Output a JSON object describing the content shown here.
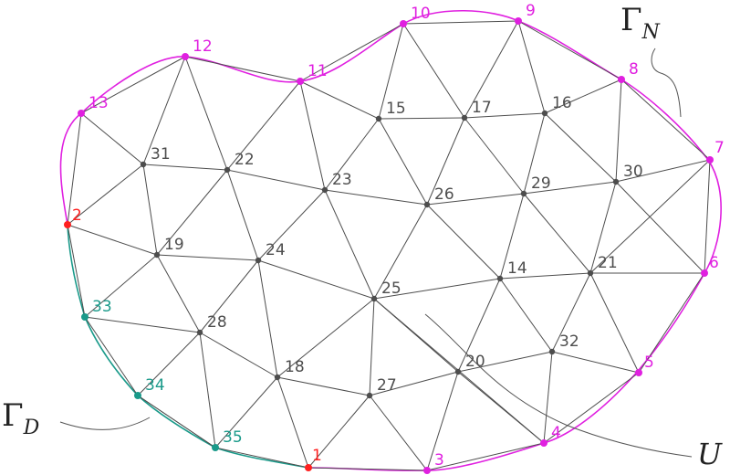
{
  "colors": {
    "boundary_neumann": "#e020e0",
    "boundary_dirichlet": "#1a9a8a",
    "dirichlet_nodes": "#ff2020",
    "interior": "#4d4d4d",
    "edge": "#4d4d4d"
  },
  "annotations": {
    "gamma_n": {
      "symbol": "Γ",
      "sub": "N"
    },
    "gamma_d": {
      "symbol": "Γ",
      "sub": "D"
    },
    "u": {
      "text": "U"
    }
  },
  "nodes": [
    {
      "id": "1",
      "label": "1",
      "group": "dirichlet"
    },
    {
      "id": "2",
      "label": "2",
      "group": "dirichlet"
    },
    {
      "id": "3",
      "label": "3",
      "group": "neumann"
    },
    {
      "id": "4",
      "label": "4",
      "group": "neumann"
    },
    {
      "id": "5",
      "label": "5",
      "group": "neumann"
    },
    {
      "id": "6",
      "label": "6",
      "group": "neumann"
    },
    {
      "id": "7",
      "label": "7",
      "group": "neumann"
    },
    {
      "id": "8",
      "label": "8",
      "group": "neumann"
    },
    {
      "id": "9",
      "label": "9",
      "group": "neumann"
    },
    {
      "id": "10",
      "label": "10",
      "group": "neumann"
    },
    {
      "id": "11",
      "label": "11",
      "group": "neumann"
    },
    {
      "id": "12",
      "label": "12",
      "group": "neumann"
    },
    {
      "id": "13",
      "label": "13",
      "group": "neumann"
    },
    {
      "id": "14",
      "label": "14",
      "group": "interior"
    },
    {
      "id": "15",
      "label": "15",
      "group": "interior"
    },
    {
      "id": "16",
      "label": "16",
      "group": "interior"
    },
    {
      "id": "17",
      "label": "17",
      "group": "interior"
    },
    {
      "id": "18",
      "label": "18",
      "group": "interior"
    },
    {
      "id": "19",
      "label": "19",
      "group": "interior"
    },
    {
      "id": "20",
      "label": "20",
      "group": "interior"
    },
    {
      "id": "21",
      "label": "21",
      "group": "interior"
    },
    {
      "id": "22",
      "label": "22",
      "group": "interior"
    },
    {
      "id": "23",
      "label": "23",
      "group": "interior"
    },
    {
      "id": "24",
      "label": "24",
      "group": "interior"
    },
    {
      "id": "25",
      "label": "25",
      "group": "interior"
    },
    {
      "id": "26",
      "label": "26",
      "group": "interior"
    },
    {
      "id": "27",
      "label": "27",
      "group": "interior"
    },
    {
      "id": "28",
      "label": "28",
      "group": "interior"
    },
    {
      "id": "29",
      "label": "29",
      "group": "interior"
    },
    {
      "id": "30",
      "label": "30",
      "group": "interior"
    },
    {
      "id": "31",
      "label": "31",
      "group": "interior"
    },
    {
      "id": "32",
      "label": "32",
      "group": "interior"
    },
    {
      "id": "33",
      "label": "33",
      "group": "dirichlet_boundary"
    },
    {
      "id": "34",
      "label": "34",
      "group": "dirichlet_boundary"
    },
    {
      "id": "35",
      "label": "35",
      "group": "dirichlet_boundary"
    }
  ],
  "edges": [
    [
      "2",
      "13"
    ],
    [
      "13",
      "12"
    ],
    [
      "12",
      "11"
    ],
    [
      "11",
      "10"
    ],
    [
      "10",
      "9"
    ],
    [
      "9",
      "8"
    ],
    [
      "8",
      "7"
    ],
    [
      "7",
      "6"
    ],
    [
      "6",
      "5"
    ],
    [
      "5",
      "4"
    ],
    [
      "4",
      "3"
    ],
    [
      "3",
      "1"
    ],
    [
      "1",
      "35"
    ],
    [
      "35",
      "34"
    ],
    [
      "34",
      "33"
    ],
    [
      "33",
      "2"
    ],
    [
      "13",
      "31"
    ],
    [
      "2",
      "31"
    ],
    [
      "12",
      "31"
    ],
    [
      "12",
      "22"
    ],
    [
      "31",
      "22"
    ],
    [
      "11",
      "22"
    ],
    [
      "11",
      "23"
    ],
    [
      "22",
      "23"
    ],
    [
      "11",
      "15"
    ],
    [
      "10",
      "15"
    ],
    [
      "10",
      "17"
    ],
    [
      "9",
      "17"
    ],
    [
      "9",
      "16"
    ],
    [
      "8",
      "16"
    ],
    [
      "8",
      "30"
    ],
    [
      "7",
      "30"
    ],
    [
      "15",
      "17"
    ],
    [
      "17",
      "16"
    ],
    [
      "15",
      "23"
    ],
    [
      "15",
      "26"
    ],
    [
      "17",
      "26"
    ],
    [
      "17",
      "29"
    ],
    [
      "16",
      "29"
    ],
    [
      "16",
      "30"
    ],
    [
      "29",
      "30"
    ],
    [
      "26",
      "29"
    ],
    [
      "23",
      "26"
    ],
    [
      "31",
      "19"
    ],
    [
      "2",
      "19"
    ],
    [
      "22",
      "19"
    ],
    [
      "22",
      "24"
    ],
    [
      "23",
      "24"
    ],
    [
      "19",
      "24"
    ],
    [
      "19",
      "33"
    ],
    [
      "19",
      "28"
    ],
    [
      "24",
      "28"
    ],
    [
      "33",
      "28"
    ],
    [
      "23",
      "25"
    ],
    [
      "24",
      "25"
    ],
    [
      "26",
      "25"
    ],
    [
      "26",
      "14"
    ],
    [
      "29",
      "14"
    ],
    [
      "29",
      "21"
    ],
    [
      "30",
      "21"
    ],
    [
      "7",
      "21"
    ],
    [
      "6",
      "21"
    ],
    [
      "6",
      "30"
    ],
    [
      "14",
      "21"
    ],
    [
      "14",
      "25"
    ],
    [
      "28",
      "18"
    ],
    [
      "24",
      "18"
    ],
    [
      "25",
      "18"
    ],
    [
      "28",
      "34"
    ],
    [
      "28",
      "35"
    ],
    [
      "34",
      "35"
    ],
    [
      "18",
      "35"
    ],
    [
      "18",
      "1"
    ],
    [
      "18",
      "27"
    ],
    [
      "25",
      "27"
    ],
    [
      "27",
      "1"
    ],
    [
      "27",
      "3"
    ],
    [
      "27",
      "20"
    ],
    [
      "25",
      "20"
    ],
    [
      "14",
      "20"
    ],
    [
      "14",
      "32"
    ],
    [
      "21",
      "32"
    ],
    [
      "21",
      "5"
    ],
    [
      "32",
      "5"
    ],
    [
      "20",
      "32"
    ],
    [
      "32",
      "4"
    ],
    [
      "20",
      "4"
    ],
    [
      "20",
      "3"
    ],
    [
      "25",
      "4"
    ]
  ]
}
